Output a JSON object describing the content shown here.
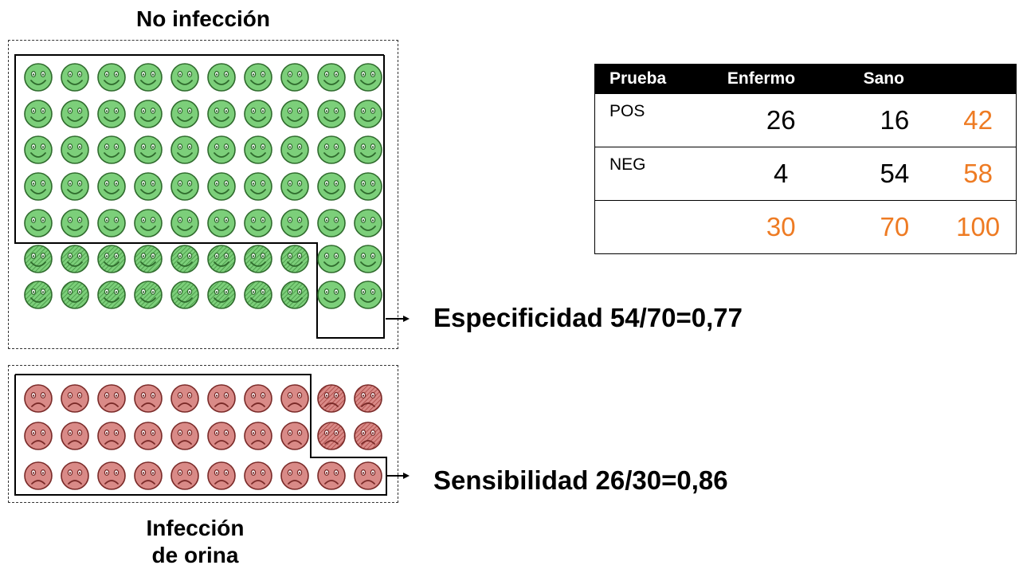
{
  "labels": {
    "no_infection": "No infección",
    "infection_line1": "Infección",
    "infection_line2": "de orina",
    "specificity": "Especificidad 54/70=0,77",
    "sensitivity": "Sensibilidad 26/30=0,86"
  },
  "table": {
    "headers": [
      "Prueba",
      "Enfermo",
      "Sano",
      ""
    ],
    "rows": [
      {
        "label": "POS",
        "enfermo": "26",
        "sano": "16",
        "total": "42"
      },
      {
        "label": "NEG",
        "enfermo": "4",
        "sano": "54",
        "total": "58"
      },
      {
        "label": "",
        "enfermo": "30",
        "sano": "70",
        "total": "100"
      }
    ]
  },
  "faces": {
    "healthy_total": 70,
    "healthy_true_negative": 54,
    "healthy_false_positive": 16,
    "sick_total": 30,
    "sick_true_positive": 26,
    "sick_false_negative": 4
  },
  "colors": {
    "healthy_fill": "#7ccf7a",
    "healthy_stroke": "#2f6b2d",
    "sick_fill": "#d98a87",
    "sick_stroke": "#7a2a28",
    "total_text": "#ee7b23"
  }
}
